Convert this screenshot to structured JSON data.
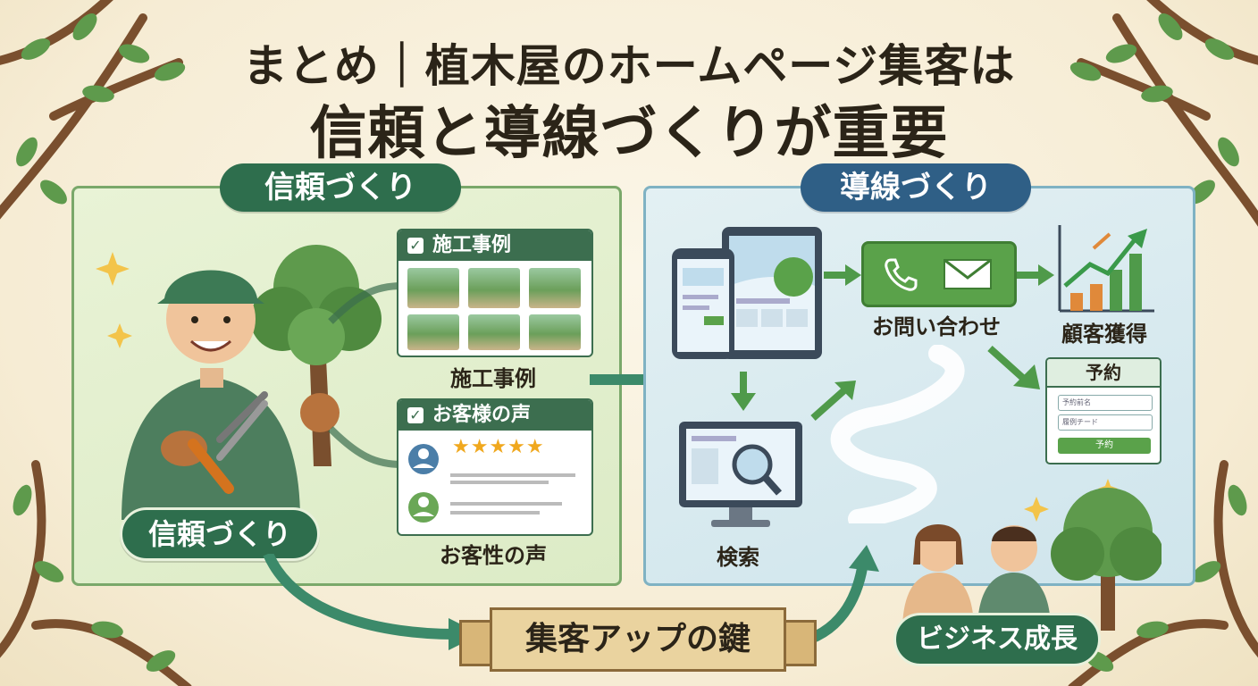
{
  "title": {
    "line1": "まとめ｜植木屋のホームページ集客は",
    "line2": "信頼と導線づくりが重要"
  },
  "trust_panel": {
    "heading": "信頼づくり",
    "badge": "信頼づくり",
    "works_card": {
      "header": "施工事例",
      "caption": "施工事例"
    },
    "voices_card": {
      "header": "お客様の声",
      "caption": "お客性の声",
      "stars": "★★★★★"
    }
  },
  "flow_panel": {
    "heading": "導線づくり",
    "search_label": "検索",
    "contact_label": "お問い合わせ",
    "acquire_label": "顧客獲得",
    "reserve_form": {
      "title": "予約",
      "field1_placeholder": "予約前名",
      "field2_placeholder": "履例チード",
      "submit": "予約"
    }
  },
  "key_ribbon": "集客アップの鍵",
  "growth_badge": "ビジネス成長",
  "colors": {
    "trust_green": "#2e6e4d",
    "flow_blue": "#2f5f86",
    "ribbon_tan": "#ead39f",
    "background_cream": "#f8f0dc"
  }
}
